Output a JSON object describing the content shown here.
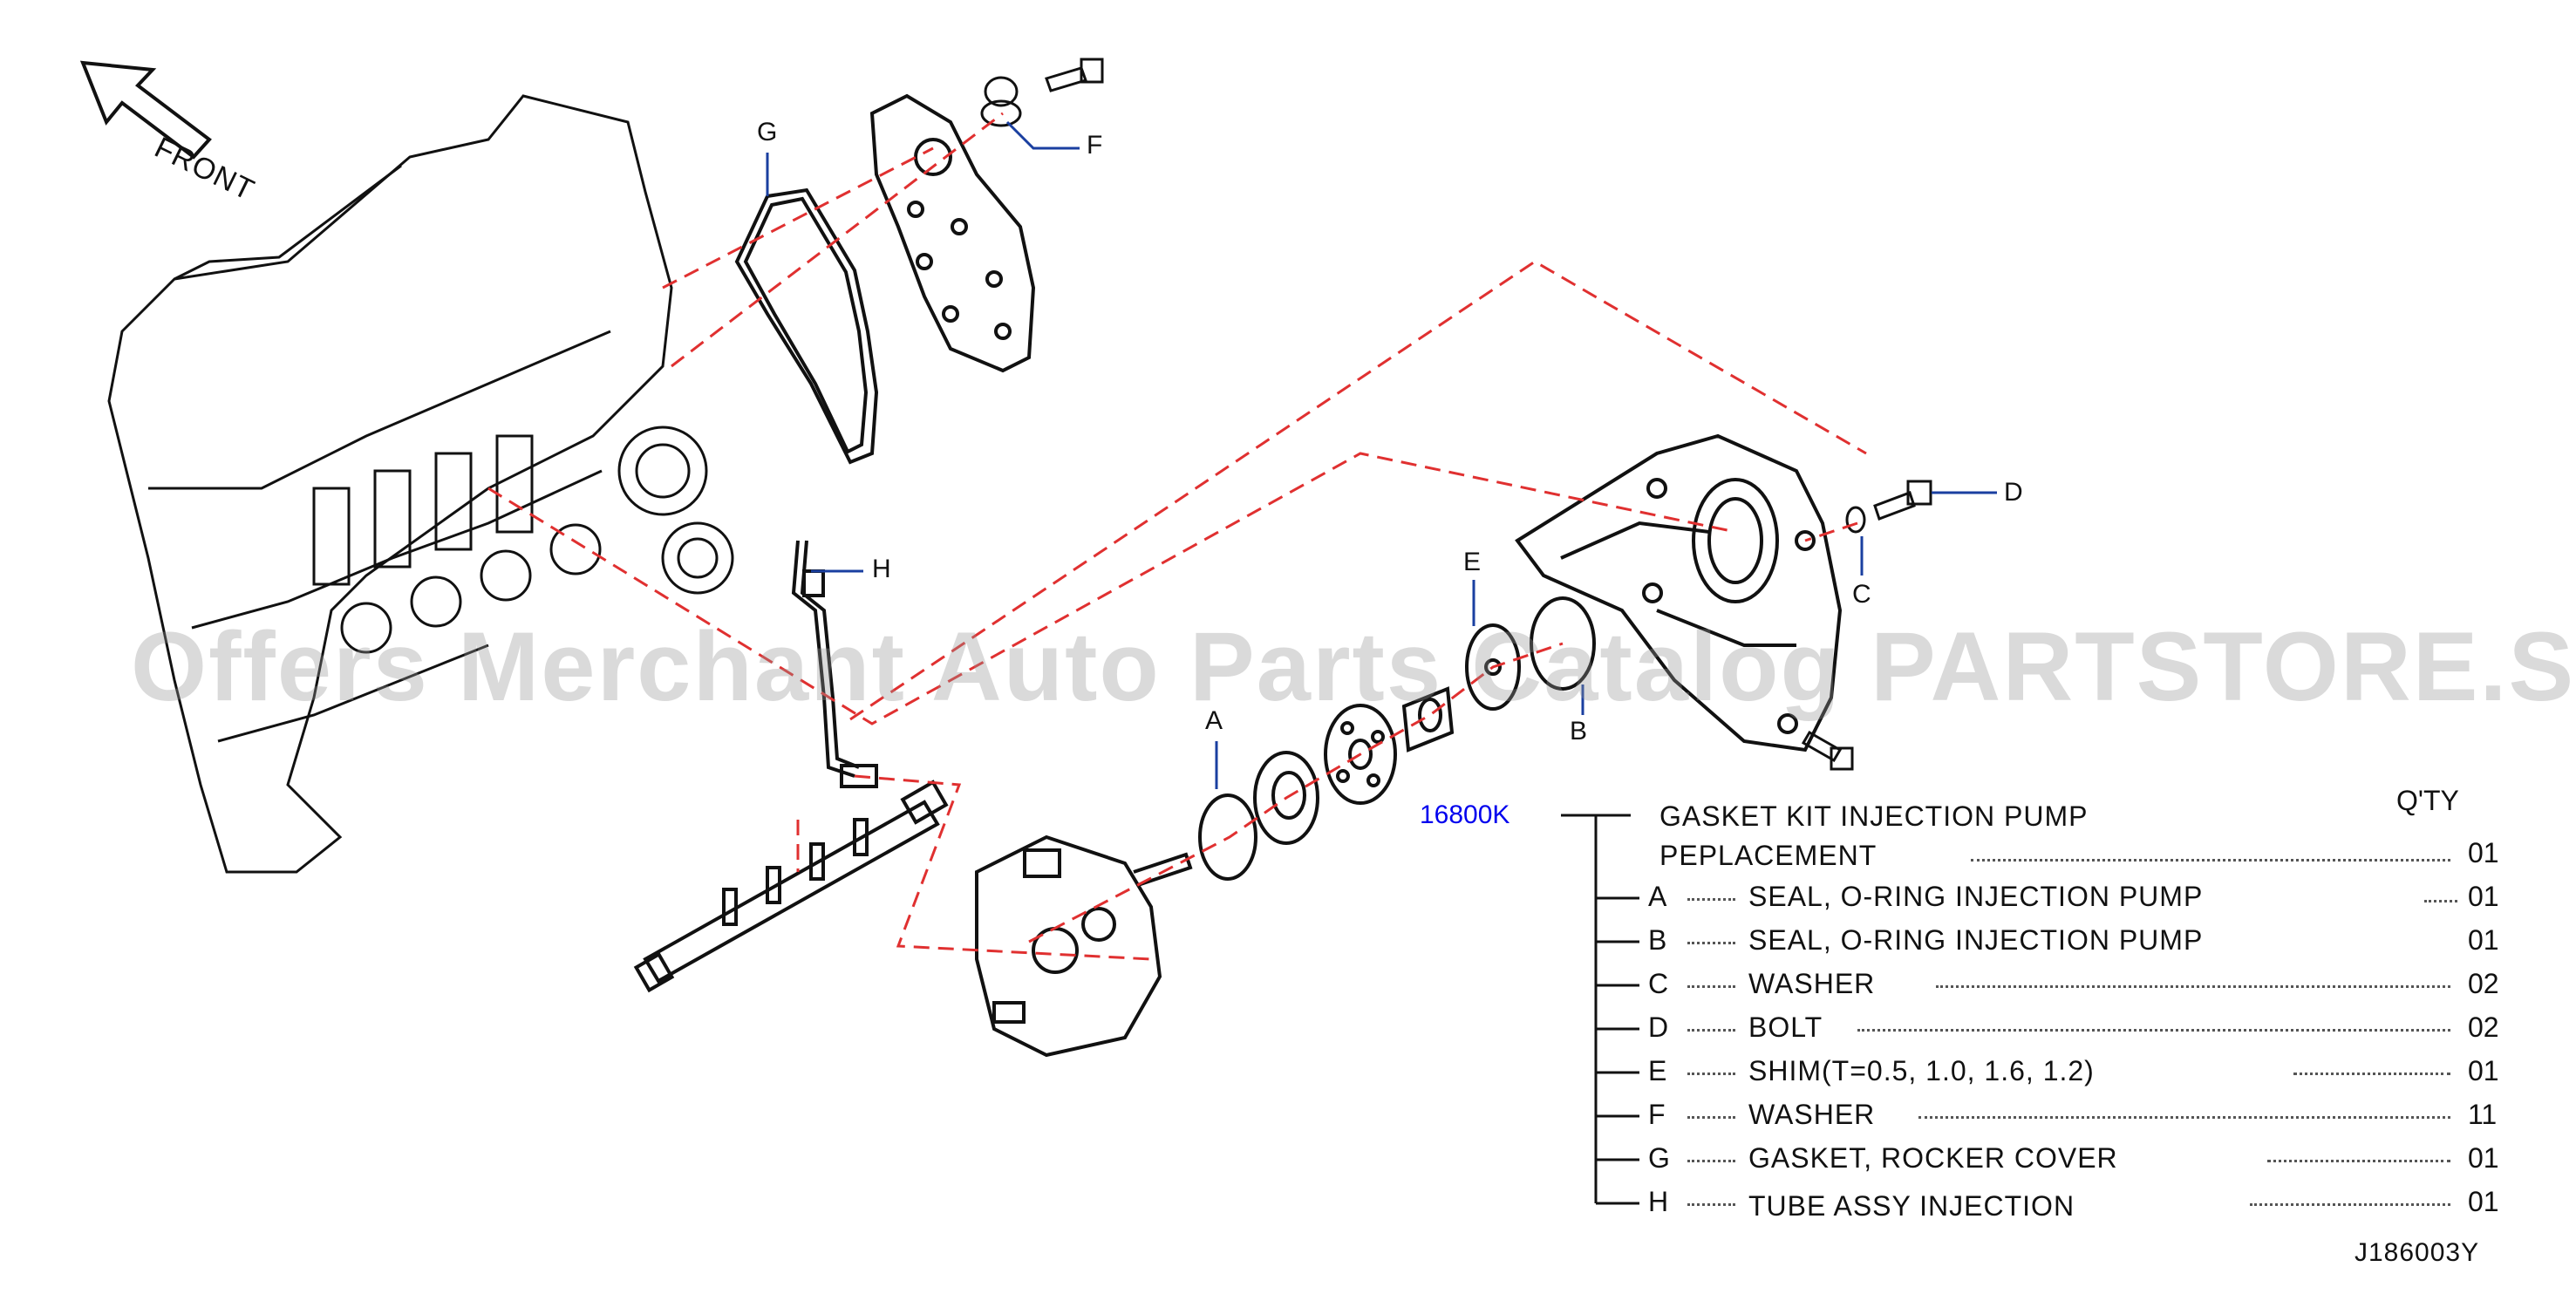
{
  "front_label": "FRONT",
  "watermark": "Offers Merchant Auto Parts Catalog PARTSTORE.SA",
  "part_number": "16800K",
  "kit_title_line1": "GASKET  KIT  INJECTION  PUMP",
  "kit_title_line2": "PEPLACEMENT",
  "kit_qty": "01",
  "qty_header": "Q'TY",
  "diagram_code": "J186003Y",
  "callouts": {
    "A": "A",
    "B": "B",
    "C": "C",
    "D": "D",
    "E": "E",
    "F": "F",
    "G": "G",
    "H": "H"
  },
  "components": [
    {
      "letter": "A",
      "name": "SEAL,  O-RING  INJECTION  PUMP",
      "qty": "01"
    },
    {
      "letter": "B",
      "name": "SEAL,  O-RING  INJECTION  PUMP",
      "qty": "01"
    },
    {
      "letter": "C",
      "name": "WASHER",
      "qty": "02"
    },
    {
      "letter": "D",
      "name": "BOLT",
      "qty": "02"
    },
    {
      "letter": "E",
      "name": "SHIM(T=0.5,  1.0,  1.6,  1.2)",
      "qty": "01"
    },
    {
      "letter": "F",
      "name": "WASHER",
      "qty": "11"
    },
    {
      "letter": "G",
      "name": "GASKET,  ROCKER  COVER",
      "qty": "01"
    },
    {
      "letter": "H",
      "name": "TUBE  ASSY  INJECTION",
      "qty": "01"
    }
  ],
  "colors": {
    "leader": "#1a3fa0",
    "dashed": "#e03030",
    "part_number": "#0000ee"
  }
}
